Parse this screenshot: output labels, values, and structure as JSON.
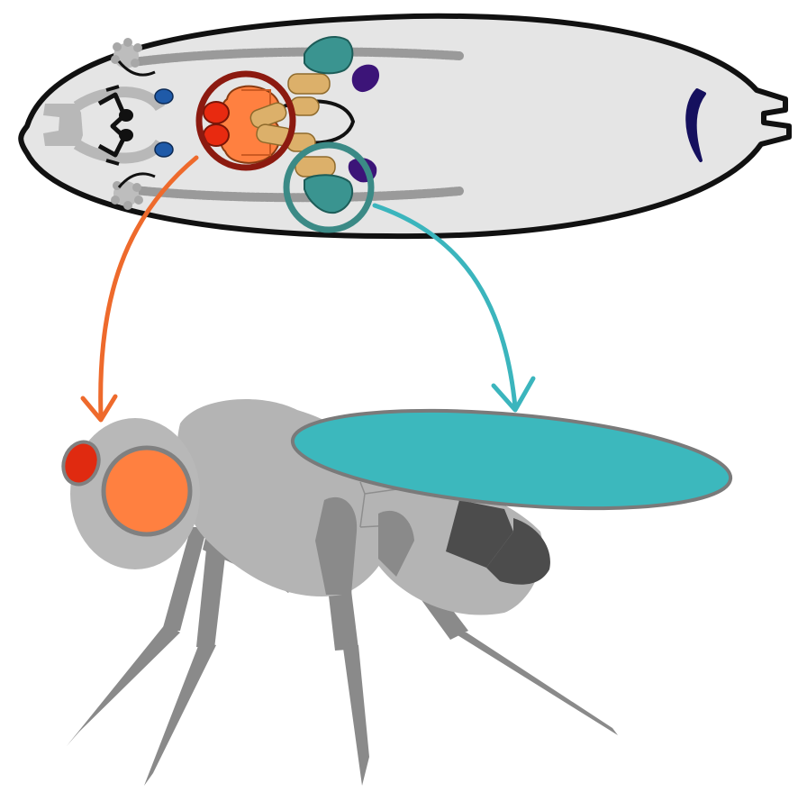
{
  "figure": {
    "background": "#ffffff",
    "larva": {
      "body_fill": "#e5e5e5",
      "outline": "#111111",
      "trachea_color": "#9a9a9a",
      "imaginal_discs": [
        {
          "name": "eye-antennal-disc",
          "color": "#ff8040"
        },
        {
          "name": "eye-antennal-disc-small",
          "color": "#e82a10"
        },
        {
          "name": "leg-disc",
          "color": "#dcb06a"
        },
        {
          "name": "wing-disc",
          "color": "#3a9490"
        },
        {
          "name": "haltere-disc",
          "color": "#3c1478"
        },
        {
          "name": "genital-disc",
          "color": "#15105e"
        },
        {
          "name": "mouth-hook-disc",
          "color": "#1f5aa8"
        }
      ]
    },
    "highlights": {
      "eye_disc_circle": "#8c1a10",
      "wing_disc_circle": "#3b8a86"
    },
    "arrows": {
      "eye_arrow_color": "#ee6a2c",
      "wing_arrow_color": "#3bb5bd"
    },
    "adult_fly": {
      "body_color": "#b4b4b4",
      "leg_color": "#8a8a8a",
      "eye_color": "#ff8040",
      "ocellus_color": "#e02a10",
      "wing_color": "#3cb8bd",
      "abdomen_band_color": "#4c4c4c"
    }
  }
}
